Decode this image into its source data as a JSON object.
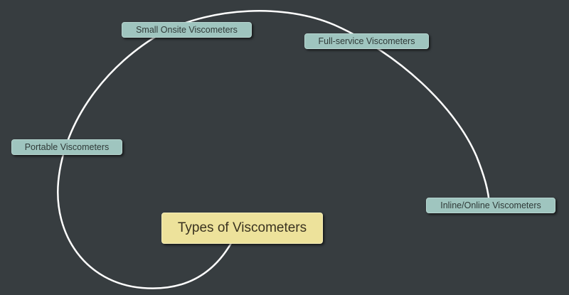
{
  "central_topic": "Types of Viscometers",
  "branches": [
    {
      "label": "Small Onsite Viscometers"
    },
    {
      "label": "Full-service Viscometers"
    },
    {
      "label": "Portable Viscometers"
    },
    {
      "label": "Inline/Online Viscometers"
    }
  ],
  "colors": {
    "background": "#373d40",
    "central": "#ede29b",
    "branch": "#9fc5bf",
    "connector": "#ffffff"
  }
}
